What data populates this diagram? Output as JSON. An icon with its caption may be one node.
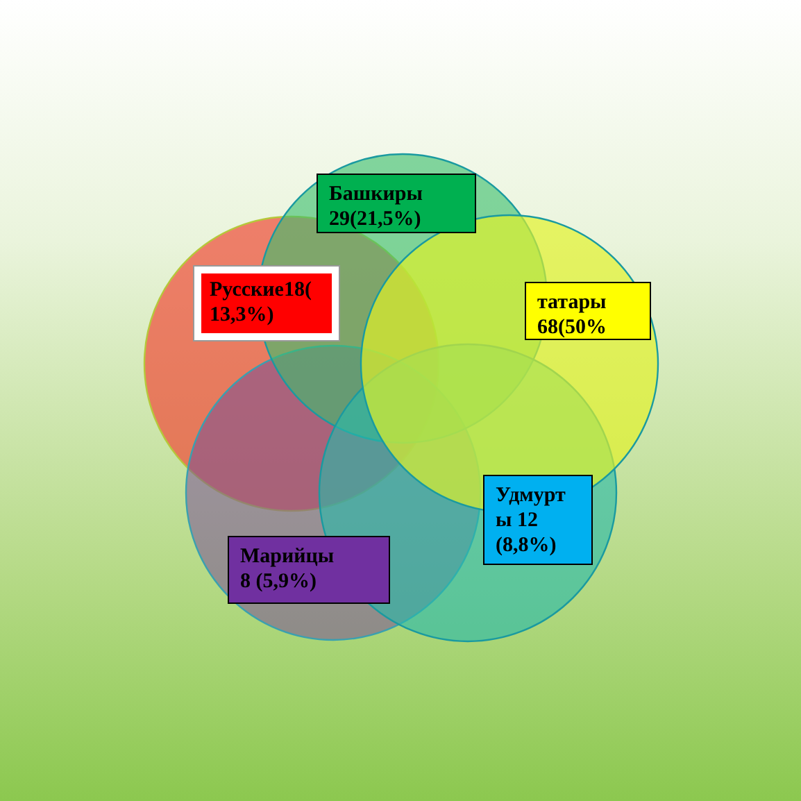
{
  "diagram": {
    "nodes": [
      {
        "text": [],
        "shape": "circle"
      },
      {
        "text": [],
        "shape": "circle"
      },
      {
        "text": [],
        "shape": "circle"
      },
      {
        "text": [],
        "shape": "circle"
      },
      {
        "text": [],
        "shape": "circle"
      },
      {
        "text": [
          "Башкиры 29(21,5%)"
        ],
        "in": 2
      },
      {
        "text": [
          "Русские18( 13,3%)"
        ],
        "in": 0
      },
      {
        "text": [
          "татары 68(50%"
        ],
        "in": 4
      },
      {
        "text": [
          "Удмурт ы 12 (8,8%)"
        ],
        "in": 3
      },
      {
        "text": [
          "Марийцы 8 (5,9%)"
        ],
        "in": 1
      }
    ]
  }
}
